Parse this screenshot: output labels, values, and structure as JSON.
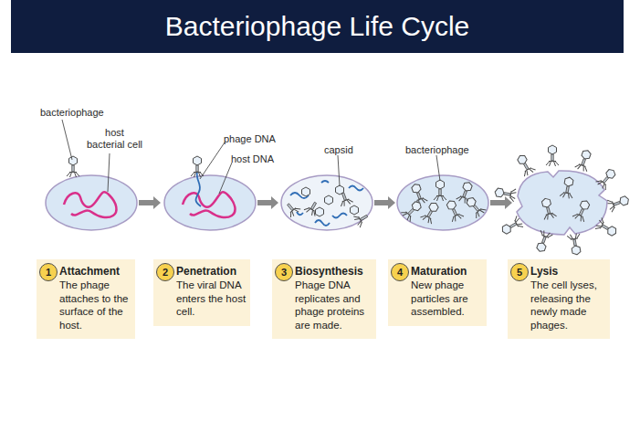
{
  "diagram": {
    "title": "Bacteriophage Life Cycle",
    "nodes": [
      {
        "text": [
          "Attachment",
          "The phage attaches to the surface of the host."
        ]
      },
      {
        "text": [
          "1"
        ],
        "in": 0
      },
      {
        "text": [
          "Penetration",
          "The viral DNA enters the host cell."
        ]
      },
      {
        "text": [
          "2"
        ],
        "in": 2
      },
      {
        "text": [
          "Biosynthesis",
          "Phage DNA replicates and phage proteins are made."
        ]
      },
      {
        "text": [
          "3"
        ],
        "in": 4
      },
      {
        "text": [
          "Maturation",
          "New phage particles are assembled."
        ]
      },
      {
        "text": [
          "4"
        ],
        "in": 6
      },
      {
        "text": [
          "Lysis",
          "The cell lyses, releasing the newly made phages."
        ]
      },
      {
        "text": [
          "5"
        ],
        "in": 8
      }
    ],
    "labels": [
      "bacteriophage",
      "host bacterial cell",
      "phage DNA",
      "host DNA",
      "capsid",
      "bacteriophage"
    ]
  }
}
